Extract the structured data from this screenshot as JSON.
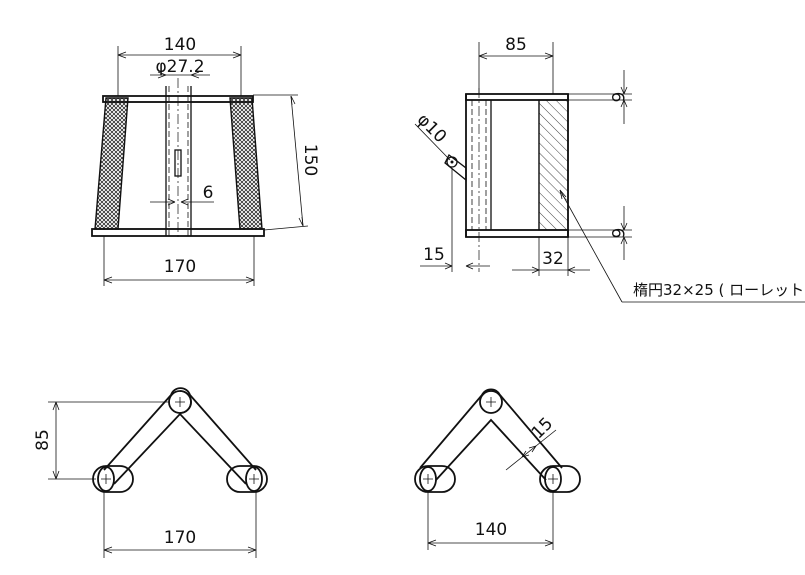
{
  "front_view": {
    "top_width": "140",
    "pipe_diameter": "φ27.2",
    "height": "150",
    "slot_width": "6",
    "bottom_width": "170"
  },
  "side_view": {
    "depth": "85",
    "hole_diameter": "φ10",
    "offset": "15",
    "pad_width": "32",
    "top_gap": "6",
    "bottom_gap": "6",
    "note": "楕円32×25 ( ローレット"
  },
  "plan_view_left": {
    "height": "85",
    "span": "170"
  },
  "plan_view_right": {
    "arm_width": "15",
    "span": "140"
  }
}
